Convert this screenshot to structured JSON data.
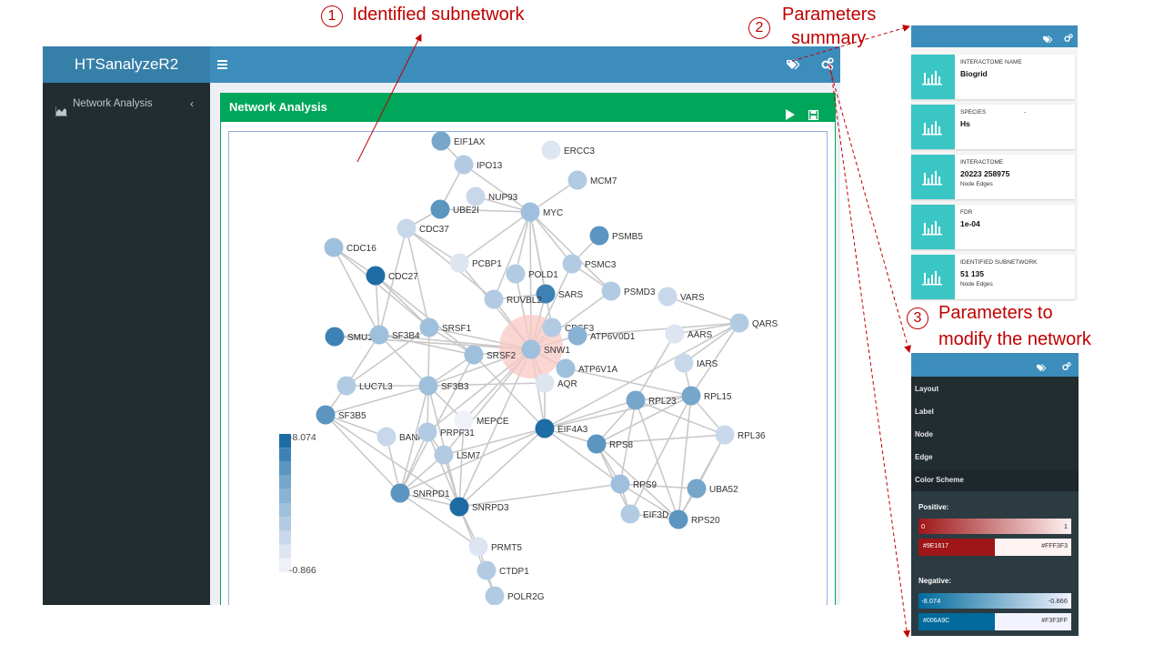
{
  "annotations": {
    "a1": {
      "num": "1",
      "text": "Identified subnetwork"
    },
    "a2": {
      "num": "2",
      "text1": "Parameters",
      "text2": "summary"
    },
    "a3": {
      "num": "3",
      "text1": "Parameters to",
      "text2": "modify the network"
    }
  },
  "app": {
    "logo": "HTSanalyzeR2",
    "navbar": {
      "menu_icon": "hamburger-icon",
      "tag_icon": "tags-icon",
      "settings_icon": "gears-icon"
    },
    "sidebar": {
      "items": [
        {
          "label": "Network Analysis",
          "icon": "area-chart-icon"
        }
      ]
    },
    "box": {
      "title": "Network Analysis",
      "run_icon": "play-icon",
      "save_icon": "floppy-icon"
    }
  },
  "network": {
    "nodes": [
      {
        "id": "EIF1AX"
      },
      {
        "id": "ERCC3"
      },
      {
        "id": "IPO13"
      },
      {
        "id": "MCM7"
      },
      {
        "id": "NUP93"
      },
      {
        "id": "UBE2I"
      },
      {
        "id": "MYC"
      },
      {
        "id": "CDC37"
      },
      {
        "id": "PSMB5"
      },
      {
        "id": "CDC16"
      },
      {
        "id": "PCBP1"
      },
      {
        "id": "PSMC3"
      },
      {
        "id": "POLD1"
      },
      {
        "id": "CDC27"
      },
      {
        "id": "PSMD3"
      },
      {
        "id": "SARS"
      },
      {
        "id": "VARS"
      },
      {
        "id": "RUVBL2"
      },
      {
        "id": "QARS"
      },
      {
        "id": "SRSF1"
      },
      {
        "id": "CPSF3"
      },
      {
        "id": "SMU1"
      },
      {
        "id": "SF3B4"
      },
      {
        "id": "ATP6V0D1"
      },
      {
        "id": "AARS"
      },
      {
        "id": "SNW1"
      },
      {
        "id": "SRSF2"
      },
      {
        "id": "IARS"
      },
      {
        "id": "ATP6V1A"
      },
      {
        "id": "LUC7L3"
      },
      {
        "id": "SF3B3"
      },
      {
        "id": "AQR"
      },
      {
        "id": "RPL15"
      },
      {
        "id": "RPL23"
      },
      {
        "id": "SF3B5"
      },
      {
        "id": "MEPCE"
      },
      {
        "id": "EIF4A3"
      },
      {
        "id": "BANF1"
      },
      {
        "id": "PRPF31"
      },
      {
        "id": "RPL36"
      },
      {
        "id": "RPS8"
      },
      {
        "id": "LSM7"
      },
      {
        "id": "RPS9"
      },
      {
        "id": "UBA52"
      },
      {
        "id": "SNRPD1"
      },
      {
        "id": "SNRPD3"
      },
      {
        "id": "EIF3D"
      },
      {
        "id": "RPS20"
      },
      {
        "id": "PRMT5"
      },
      {
        "id": "CTDP1"
      },
      {
        "id": "POLR2G"
      }
    ],
    "legend": {
      "max_label": "-8.074",
      "min_label": "-0.866"
    }
  },
  "summary": {
    "header_icons": {
      "tag": "tags-icon",
      "settings": "gears-icon"
    },
    "items": [
      {
        "label": "INTERACTOME NAME",
        "value": "Biogrid",
        "sub": ""
      },
      {
        "label": "SPECIES",
        "dash": "-",
        "value": "Hs",
        "sub": ""
      },
      {
        "label": "INTERACTOME",
        "value": "20223 258975",
        "sub": "Node Edges"
      },
      {
        "label": "FDR",
        "value": "1e-04",
        "sub": ""
      },
      {
        "label": "IDENTIFIED SUBNETWORK",
        "value": "51 135",
        "sub": "Node Edges"
      }
    ],
    "item_icon": "bar-chart-icon"
  },
  "settings": {
    "menu": [
      "Layout",
      "Label",
      "Node",
      "Edge",
      "Color Scheme"
    ],
    "positive": {
      "title": "Positive:",
      "min": "0",
      "max": "1",
      "color_low": "#9E1617",
      "color_high": "#FFF3F3"
    },
    "negative": {
      "title": "Negative:",
      "min": "-8.074",
      "max": "-0.866",
      "color_low": "#006A9C",
      "color_high": "#F3F3FF"
    }
  }
}
